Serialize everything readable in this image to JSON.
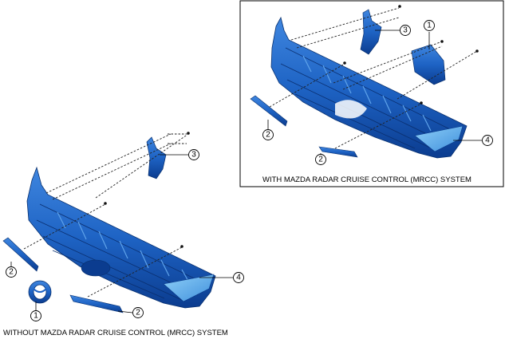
{
  "captions": {
    "without_mrcc": "WITHOUT MAZDA RADAR CRUISE CONTROL (MRCC) SYSTEM",
    "with_mrcc": "WITH MAZDA RADAR CRUISE CONTROL (MRCC) SYSTEM"
  },
  "callouts": {
    "without": {
      "n1": "1",
      "n2a": "2",
      "n2b": "2",
      "n3": "3",
      "n4": "4"
    },
    "with": {
      "n1": "1",
      "n2a": "2",
      "n2b": "2",
      "n3": "3",
      "n4": "4"
    }
  },
  "colors": {
    "part_blue": "#1e63c4",
    "part_dark": "#0a3a8a",
    "part_light": "#6fb6f0",
    "frame": "#000000"
  }
}
